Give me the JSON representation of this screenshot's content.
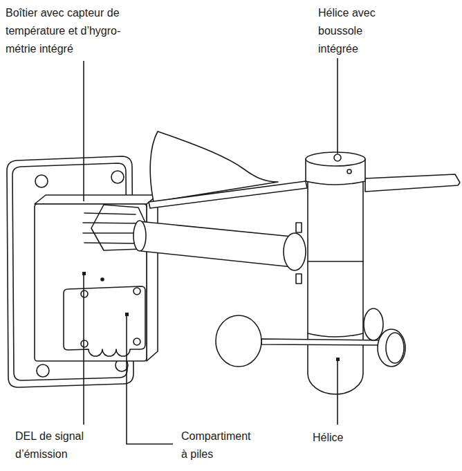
{
  "diagram": {
    "labels": [
      "Boîtier avec capteur de température et d’hygro- métrie intégré",
      "Hélice avec boussole intégrée",
      "DEL de signal d’émission",
      "Compartiment à piles",
      "Hélice"
    ]
  }
}
